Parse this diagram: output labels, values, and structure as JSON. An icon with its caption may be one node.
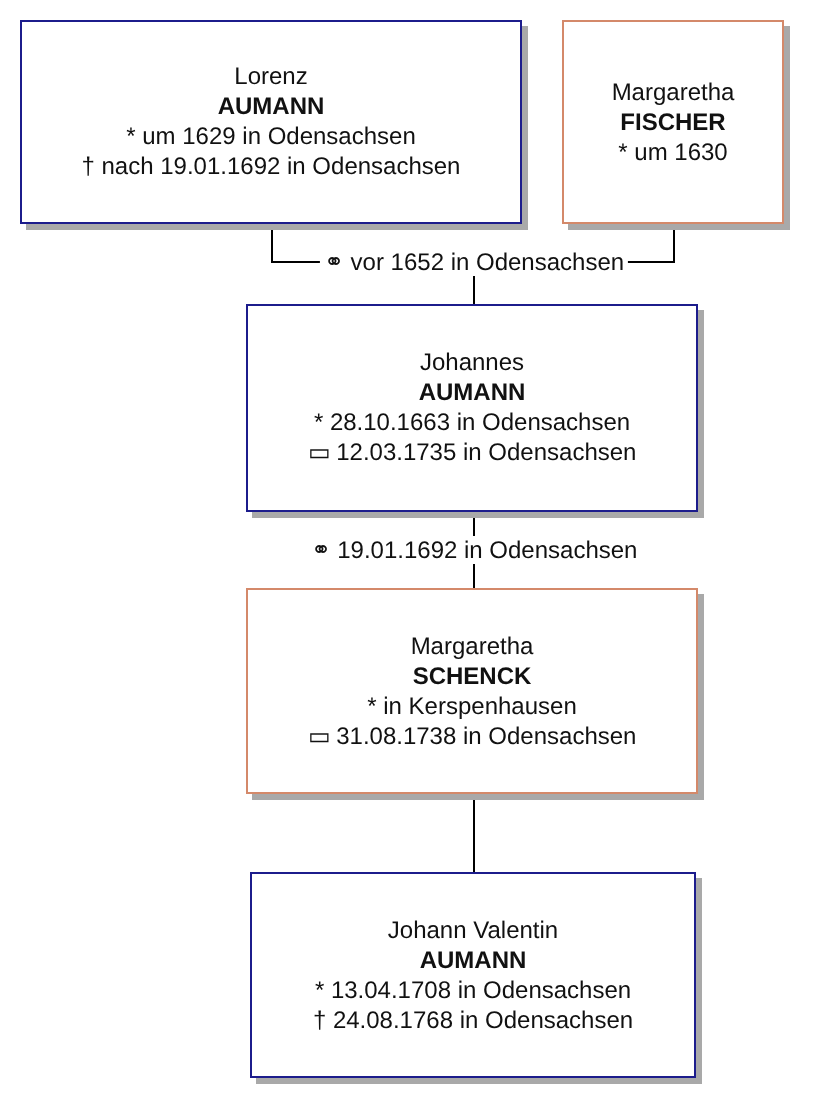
{
  "diagram": {
    "nodes": [
      {
        "text": [
          "Lorenz",
          "AUMANN",
          "* um 1629 in Odensachsen",
          "† nach 19.01.1692 in Odensachsen"
        ]
      },
      {
        "text": [
          "Margaretha",
          "FISCHER",
          "* um 1630"
        ]
      },
      {
        "text": [
          "Johannes",
          "AUMANN",
          "* 28.10.1663 in Odensachsen",
          "▭ 12.03.1735 in Odensachsen"
        ]
      },
      {
        "text": [
          "Margaretha",
          "SCHENCK",
          "* in Kerspenhausen",
          "▭ 31.08.1738 in Odensachsen"
        ]
      },
      {
        "text": [
          "Johann Valentin",
          "AUMANN",
          "* 13.04.1708 in Odensachsen",
          "† 24.08.1768 in Odensachsen"
        ]
      }
    ],
    "edges": [
      {
        "from": 0,
        "to": 2,
        "arrow": "none",
        "label": "⚭ vor 1652 in Odensachsen"
      },
      {
        "from": 1,
        "to": 2,
        "arrow": "none"
      },
      {
        "from": 2,
        "to": 3,
        "arrow": "none",
        "label": "⚭ 19.01.1692 in Odensachsen"
      },
      {
        "from": 3,
        "to": 4,
        "arrow": "none"
      }
    ]
  }
}
